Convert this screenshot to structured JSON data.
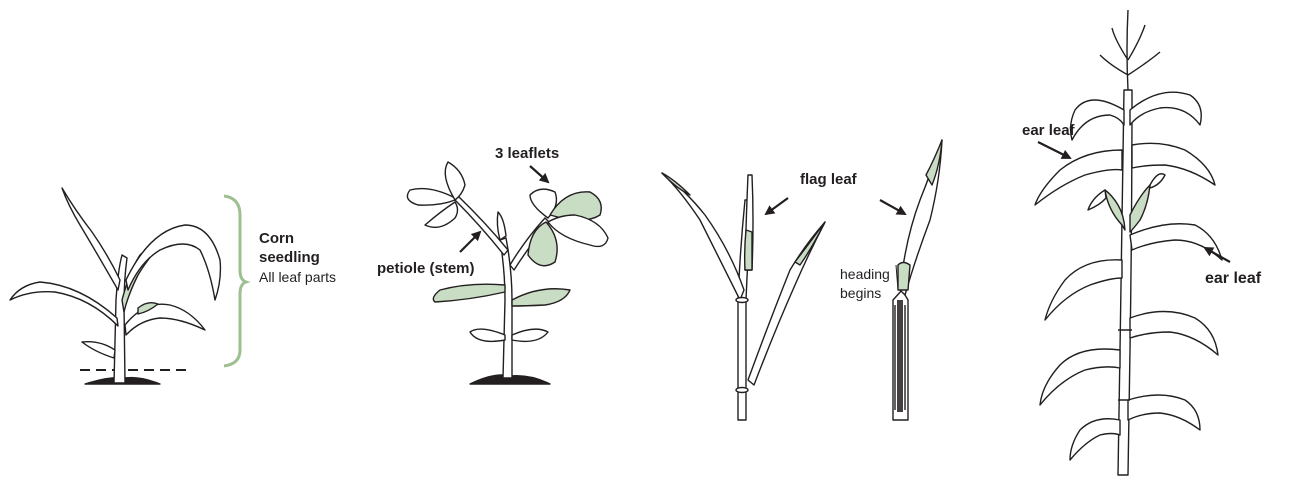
{
  "colors": {
    "outline": "#231f20",
    "leaf_fill": "#ffffff",
    "shade": "#c9dcc4",
    "bracket": "#9ebf92",
    "soil": "#231f20"
  },
  "panels": {
    "corn_seedling": {
      "title_line1": "Corn",
      "title_line2": "seedling",
      "subtitle": "All leaf parts"
    },
    "soybean": {
      "leaflets_label": "3 leaflets",
      "petiole_label": "petiole (stem)"
    },
    "wheat": {
      "flag_leaf_label": "flag leaf",
      "heading_line1": "heading",
      "heading_line2": "begins"
    },
    "mature_corn": {
      "ear_leaf_left": "ear leaf",
      "ear_leaf_right": "ear leaf"
    }
  }
}
